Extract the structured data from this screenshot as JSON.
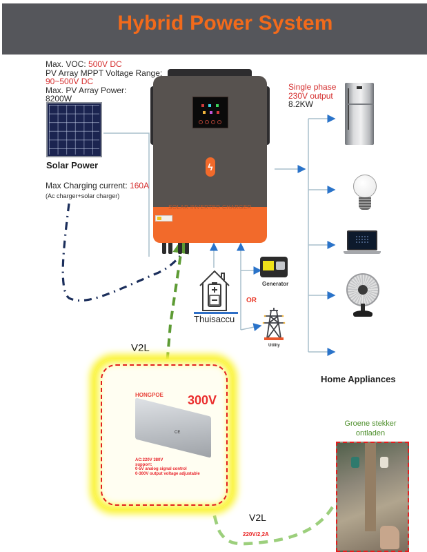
{
  "header": {
    "title": "Hybrid Power System"
  },
  "pv_specs": {
    "max_voc_label": "Max. VOC: ",
    "max_voc_value": "500V DC",
    "mppt_range_label": "PV Array MPPT Voltage Range:",
    "mppt_range_value": "90~500V DC",
    "max_power_label": "Max. PV Array Power:",
    "max_power_value": "8200W"
  },
  "solar": {
    "label": "Solar Power",
    "charging_label": "Max Charging current: ",
    "charging_value": "160A",
    "charging_note": "(Ac charger+solar charger)"
  },
  "inverter": {
    "label": "SOLAR INVERTER CHARGER",
    "logo_glyph": "ϟ",
    "colors": {
      "body": "#57524f",
      "accent": "#f26a2b"
    }
  },
  "output": {
    "phase_line1": "Single phase",
    "phase_line2": "230V output",
    "power": "8.2KW",
    "appliances_label": "Home Appliances",
    "appliances": [
      {
        "name": "refrigerator",
        "icon": "fridge-icon"
      },
      {
        "name": "light bulb",
        "icon": "bulb-icon"
      },
      {
        "name": "laptop",
        "icon": "laptop-icon"
      },
      {
        "name": "desk fan",
        "icon": "fan-icon"
      }
    ]
  },
  "inputs": {
    "battery_label": "Thuisaccu",
    "generator_label": "Generator",
    "or_label": "OR",
    "utility_label": "Utility"
  },
  "v2l": {
    "top_label": "V2L",
    "psu_brand": "HONGPOE",
    "psu_voltage": "300V",
    "psu_desc_line1": "AC:220V 380V",
    "psu_desc_line2": "support:",
    "psu_desc_line3": "0-5V analog signal control",
    "psu_desc_line4": "0-300V output voltage adjustable",
    "psu_ce_mark": "CE",
    "bottom_label": "V2L",
    "bottom_rating": "220V/2,2A",
    "plug_caption_line1": "Groene stekker",
    "plug_caption_line2": "ontladen"
  },
  "colors": {
    "title_orange": "#f26a1b",
    "header_gray": "#55565b",
    "spec_red": "#d42b2b",
    "arrow_blue": "#2a73c9",
    "line_gray": "#a9bfcc",
    "solar_wire_navy": "#1b2e5b",
    "v2l_green": "#5d9b34",
    "v2l_green_light": "#9ccf7c",
    "highlight_yellow": "#fbf43a",
    "dash_red": "#e21e1e"
  }
}
